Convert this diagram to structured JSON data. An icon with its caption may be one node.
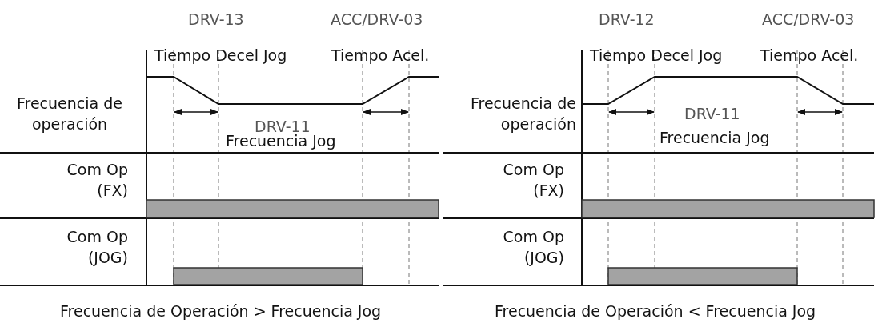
{
  "diagram": {
    "labels": [
      "DRV-13",
      "ACC/DRV-03",
      "Tiempo Decel Jog",
      "Tiempo Acel.",
      "Frecuencia de operación",
      "DRV-11",
      "Frecuencia Jog",
      "Com Op (FX)",
      "Com Op (JOG)",
      "Frecuencia de Operación > Frecuencia Jog",
      "DRV-12",
      "ACC/DRV-03",
      "Tiempo Decel Jog",
      "Tiempo Acel.",
      "Frecuencia de operación",
      "DRV-11",
      "Frecuencia Jog",
      "Com Op (FX)",
      "Com Op (JOG)",
      "Frecuencia de Operación < Frecuencia Jog"
    ]
  }
}
